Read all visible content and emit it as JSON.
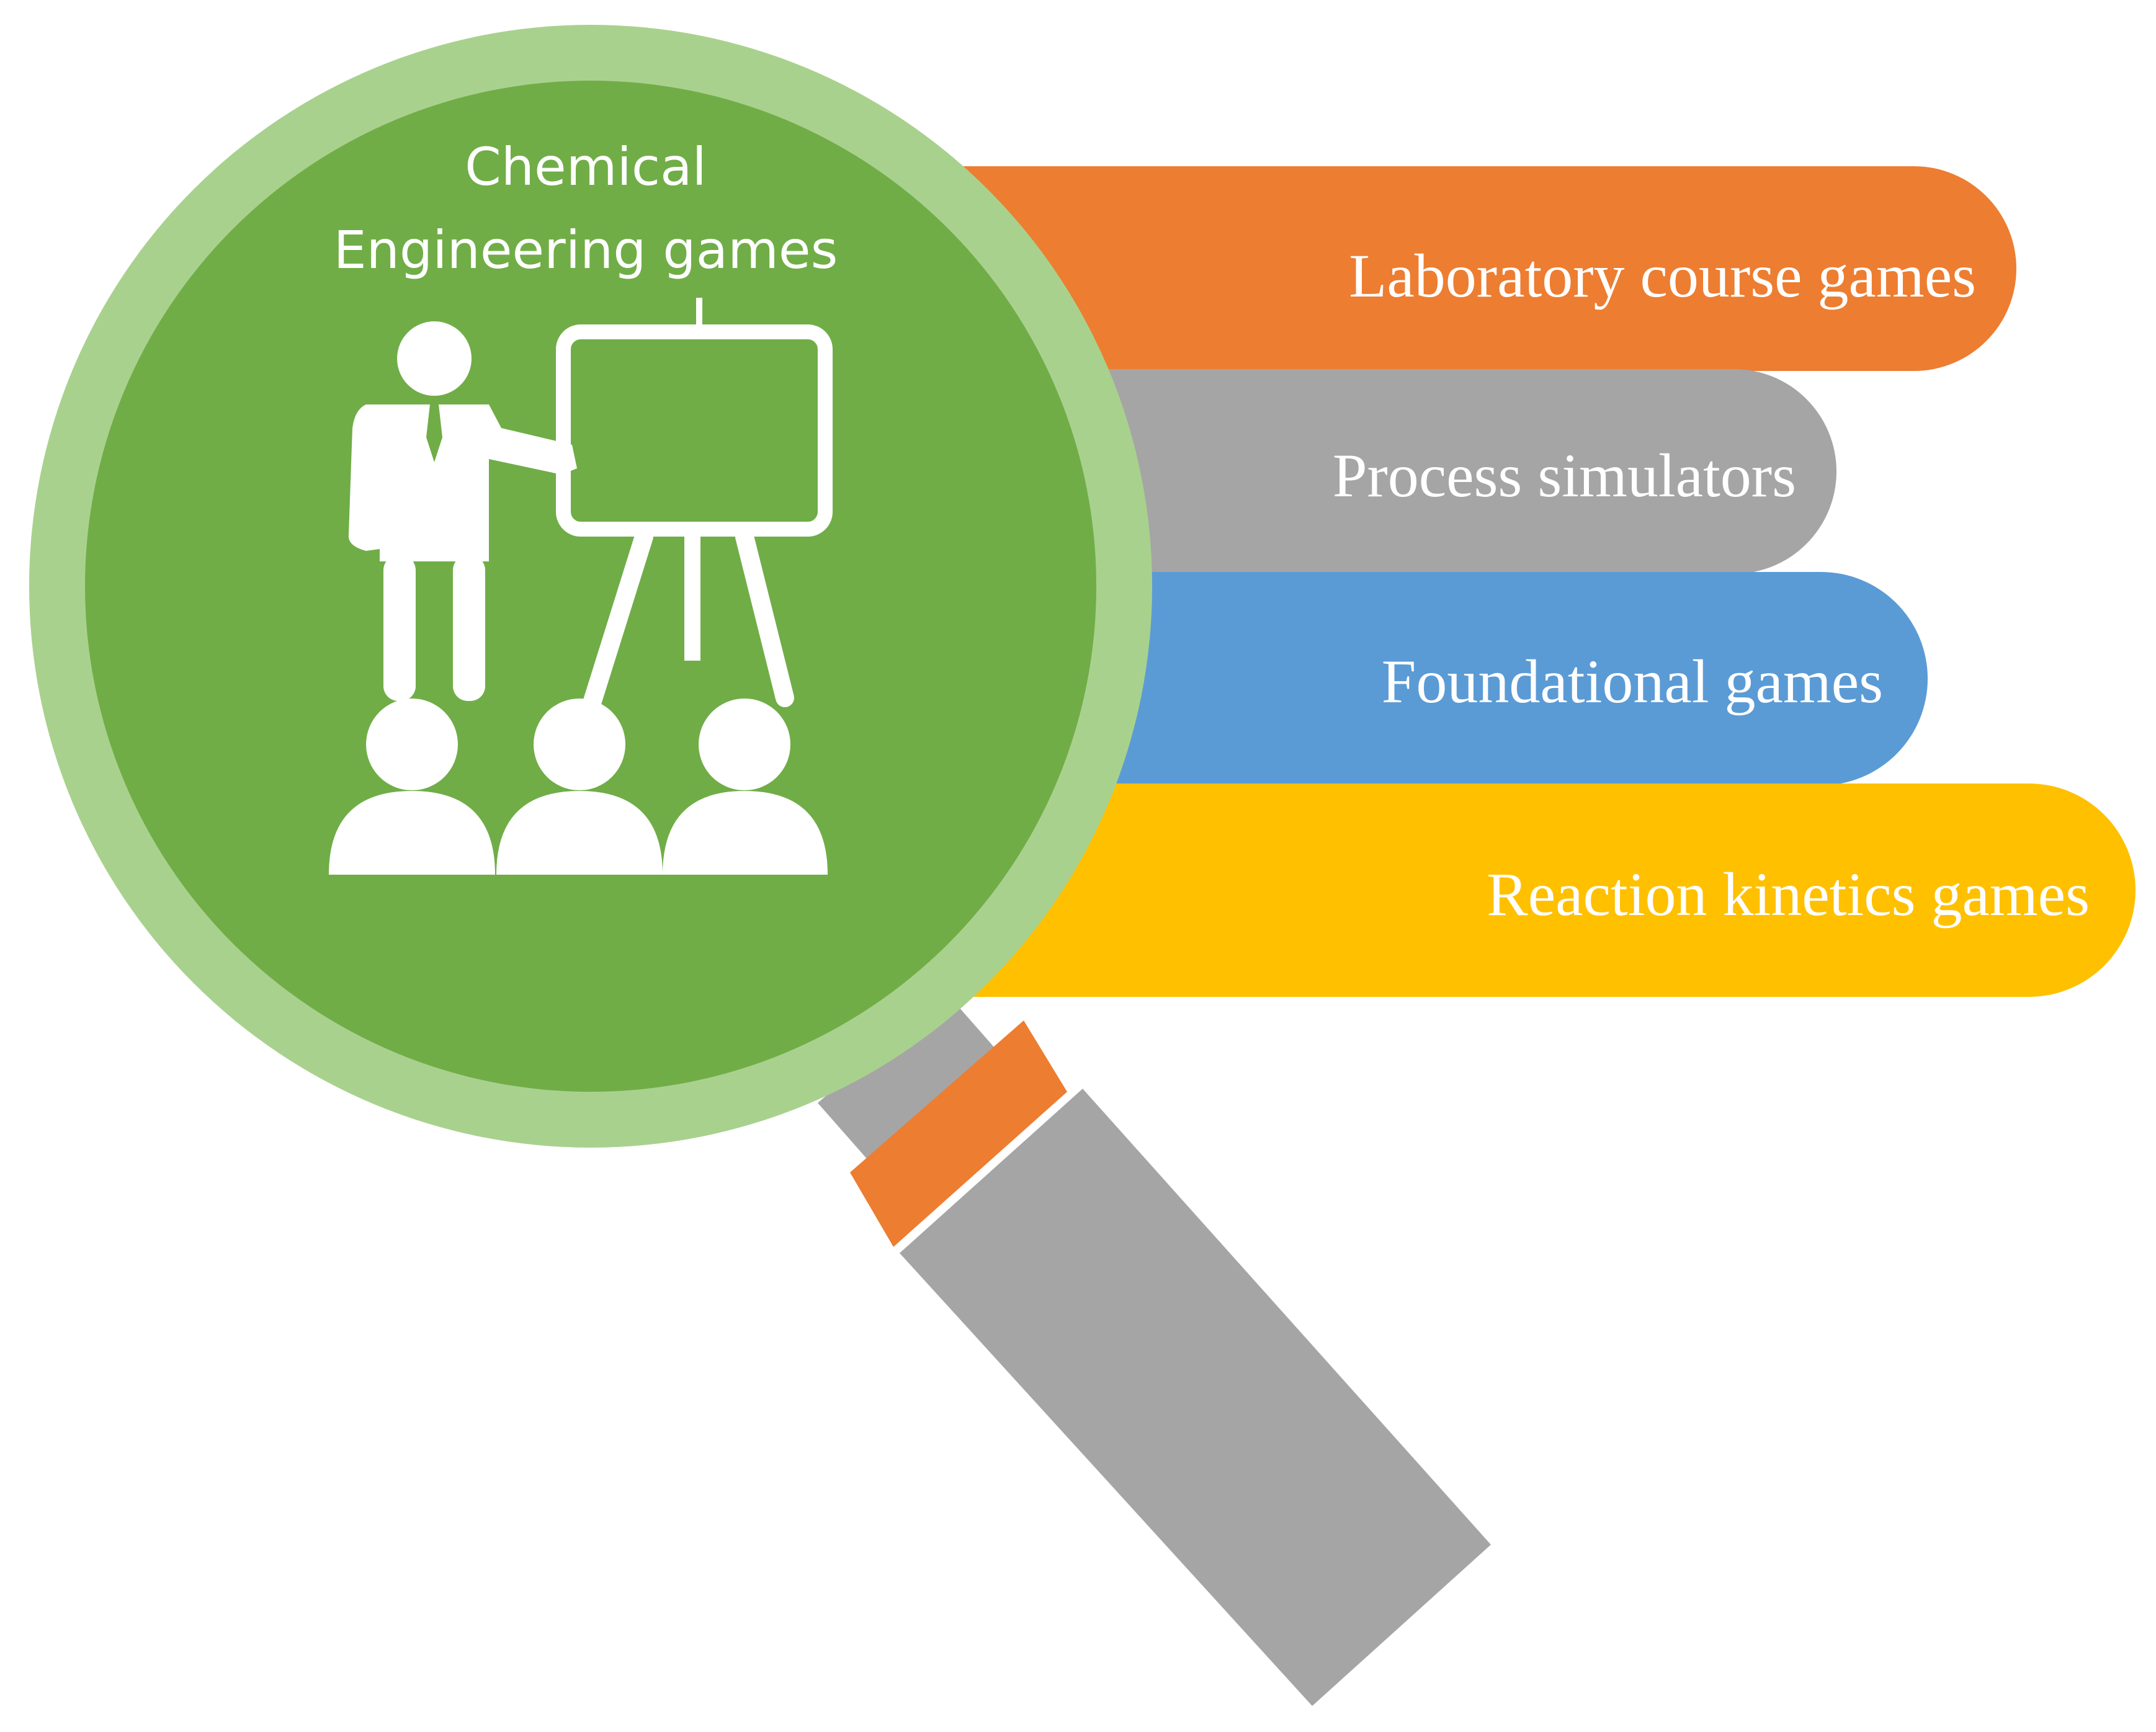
{
  "title": {
    "line1": "Chemical",
    "line2": "Engineering games"
  },
  "categories": [
    {
      "label": "Laboratory course games",
      "color": "#ED7D31"
    },
    {
      "label": "Process simulators",
      "color": "#A5A5A5"
    },
    {
      "label": "Foundational games",
      "color": "#5B9BD5"
    },
    {
      "label": "Reaction kinetics games",
      "color": "#FFC000"
    }
  ],
  "colors": {
    "lens_inner": "#70AD47",
    "lens_ring": "#A9D18E",
    "handle": "#A5A5A5",
    "collar": "#ED7D31",
    "icon": "#FFFFFF"
  },
  "icon": "presenter-with-audience-icon"
}
